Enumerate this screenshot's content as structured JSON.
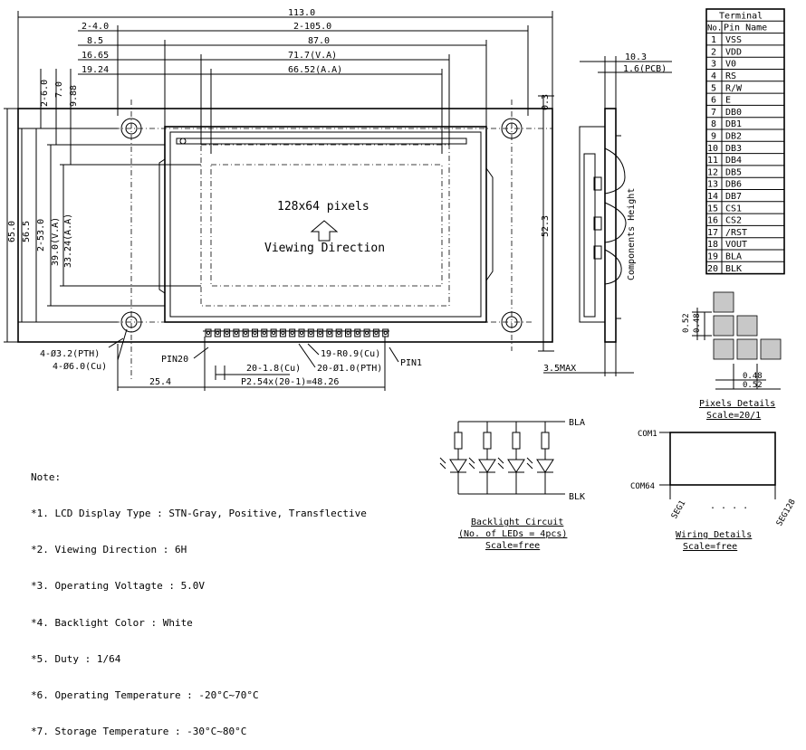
{
  "dimensions": {
    "top": [
      "113.0",
      "2-4.0",
      "2-105.0",
      "8.5",
      "87.0",
      "16.65",
      "71.7(V.A)",
      "19.24",
      "66.52(A.A)"
    ],
    "left": [
      "2-6.0",
      "7.0",
      "9.88",
      "65.0",
      "56.5",
      "2-53.0",
      "39.0(V.A)",
      "33.24(A.A)"
    ],
    "right_height": "52.3",
    "side": [
      "10.3",
      "1.6(PCB)",
      "0.3",
      "3.5MAX"
    ],
    "components_height": "Components Height",
    "bottom": [
      "4-Ø3.2(PTH)",
      "4-Ø6.0(Cu)",
      "PIN20",
      "19-R0.9(Cu)",
      "PIN1",
      "20-1.8(Cu)",
      "20-Ø1.0(PTH)",
      "25.4",
      "P2.54x(20-1)=48.26"
    ]
  },
  "display": {
    "pixels_label": "128x64 pixels",
    "direction_label": "Viewing Direction"
  },
  "terminal": {
    "title": "Terminal",
    "col_no": "No.",
    "col_pin": "Pin Name",
    "rows": [
      {
        "no": "1",
        "name": "VSS"
      },
      {
        "no": "2",
        "name": "VDD"
      },
      {
        "no": "3",
        "name": "V0"
      },
      {
        "no": "4",
        "name": "RS"
      },
      {
        "no": "5",
        "name": "R/W"
      },
      {
        "no": "6",
        "name": "E"
      },
      {
        "no": "7",
        "name": "DB0"
      },
      {
        "no": "8",
        "name": "DB1"
      },
      {
        "no": "9",
        "name": "DB2"
      },
      {
        "no": "10",
        "name": "DB3"
      },
      {
        "no": "11",
        "name": "DB4"
      },
      {
        "no": "12",
        "name": "DB5"
      },
      {
        "no": "13",
        "name": "DB6"
      },
      {
        "no": "14",
        "name": "DB7"
      },
      {
        "no": "15",
        "name": "CS1"
      },
      {
        "no": "16",
        "name": "CS2"
      },
      {
        "no": "17",
        "name": "/RST"
      },
      {
        "no": "18",
        "name": "VOUT"
      },
      {
        "no": "19",
        "name": "BLA"
      },
      {
        "no": "20",
        "name": "BLK"
      }
    ]
  },
  "pixels_detail": {
    "dims": [
      "0.52",
      "0.48",
      "0.48",
      "0.52"
    ],
    "title": "Pixels Details",
    "scale": "Scale=20/1"
  },
  "backlight": {
    "bla": "BLA",
    "blk": "BLK",
    "title": "Backlight Circuit",
    "subtitle": "(No. of LEDs = 4pcs)",
    "scale": "Scale=free"
  },
  "wiring": {
    "com1": "COM1",
    "com64": "COM64",
    "seg1": "SEG1",
    "seg128": "SEG128",
    "dots": ". . . .",
    "title": "Wiring Details",
    "scale": "Scale=free"
  },
  "notes": {
    "title": "Note:",
    "items": [
      "*1. LCD Display Type : STN-Gray, Positive, Transflective",
      "*2. Viewing Direction : 6H",
      "*3. Operating Voltagte : 5.0V",
      "*4. Backlight Color : White",
      "*5. Duty : 1/64",
      "*6. Operating Temperature : -20°C~70°C",
      "*7. Storage Temperature : -30°C~80°C"
    ]
  }
}
